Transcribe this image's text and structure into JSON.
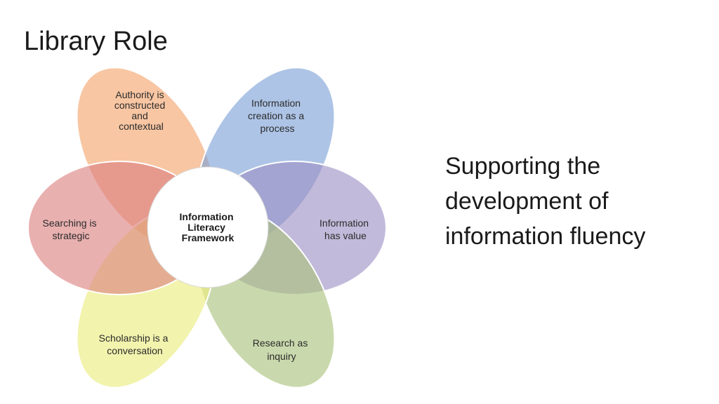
{
  "slide": {
    "title": "Library Role",
    "side_text": [
      "Supporting the",
      "development of",
      "information fluency"
    ]
  },
  "diagram": {
    "center": {
      "lines": [
        "Information",
        "Literacy",
        "Framework"
      ]
    },
    "petals": [
      {
        "id": "authority",
        "lines": [
          "Authority is",
          "constructed",
          "and",
          "contextual"
        ],
        "color": "#f4a36a"
      },
      {
        "id": "creation",
        "lines": [
          "Information",
          "creation as a",
          "process"
        ],
        "color": "#7b9fd6"
      },
      {
        "id": "value",
        "lines": [
          "Information",
          "has value"
        ],
        "color": "#9d8fc4"
      },
      {
        "id": "research",
        "lines": [
          "Research as",
          "inquiry"
        ],
        "color": "#a9c27a"
      },
      {
        "id": "scholarship",
        "lines": [
          "Scholarship is a",
          "conversation"
        ],
        "color": "#eaec7a"
      },
      {
        "id": "searching",
        "lines": [
          "Searching is",
          "strategic"
        ],
        "color": "#dc7f80"
      }
    ]
  }
}
